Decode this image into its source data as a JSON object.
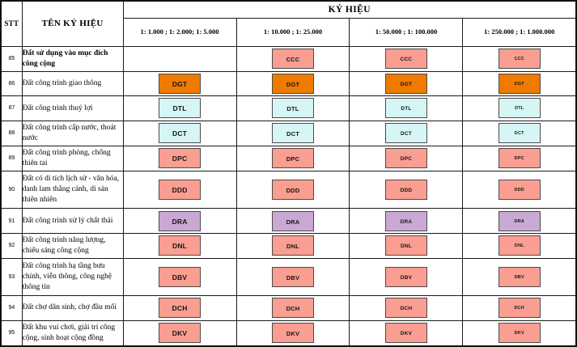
{
  "table": {
    "header": {
      "stt": "STT",
      "name": "TÊN KÝ HIỆU",
      "group": "KÝ HIỆU",
      "scales": [
        "1: 1.000 ; 1: 2.000; 1: 5.000",
        "1: 10.000 ; 1: 25.000",
        "1: 50.000 ; 1: 100.000",
        "1: 250.000 ; 1: 1.000.000"
      ]
    },
    "colors": {
      "salmon": "#FA9E92",
      "orange": "#EE7B00",
      "cyan": "#D6F5F5",
      "purple": "#C9A8D4",
      "swatch_border": "#4A4A4A",
      "grid": "#1A1A1A"
    },
    "rows": [
      {
        "stt": "85",
        "name": "Đất sử dụng vào mục đích công cộng",
        "bold": true,
        "code": "CCC",
        "color": "#FA9E92",
        "cells": [
          "",
          "CCC",
          "CCC",
          "CCC"
        ]
      },
      {
        "stt": "86",
        "name": "Đất công trình giao thông",
        "bold": false,
        "code": "DGT",
        "color": "#EE7B00",
        "cells": [
          "DGT",
          "DGT",
          "DGT",
          "DGT"
        ]
      },
      {
        "stt": "87",
        "name": "Đất công trình thuỷ lợi",
        "bold": false,
        "code": "DTL",
        "color": "#D6F5F5",
        "cells": [
          "DTL",
          "DTL",
          "DTL",
          "DTL"
        ]
      },
      {
        "stt": "88",
        "name": "Đất công trình cấp nước, thoát nước",
        "bold": false,
        "code": "DCT",
        "color": "#D6F5F5",
        "cells": [
          "DCT",
          "DCT",
          "DCT",
          "DCT"
        ]
      },
      {
        "stt": "89",
        "name": "Đất công trình phòng, chống thiên tai",
        "bold": false,
        "code": "DPC",
        "color": "#FA9E92",
        "cells": [
          "DPC",
          "DPC",
          "DPC",
          "DPC"
        ]
      },
      {
        "stt": "90",
        "name": "Đất có di tích lịch sử - văn hóa, danh lam thắng cảnh, di sản thiên nhiên",
        "bold": false,
        "code": "DDD",
        "color": "#FA9E92",
        "cells": [
          "DDD",
          "DDD",
          "DDD",
          "DDD"
        ]
      },
      {
        "stt": "91",
        "name": "Đất công trình xử lý chất thải",
        "bold": false,
        "code": "DRA",
        "color": "#C9A8D4",
        "cells": [
          "DRA",
          "DRA",
          "DRA",
          "DRA"
        ]
      },
      {
        "stt": "92",
        "name": "Đất công trình năng lượng, chiếu sáng công cộng",
        "bold": false,
        "code": "DNL",
        "color": "#FA9E92",
        "cells": [
          "DNL",
          "DNL",
          "DNL",
          "DNL"
        ]
      },
      {
        "stt": "93",
        "name": "Đất công trình hạ tầng bưu chính, viễn thông, công nghệ thông tin",
        "bold": false,
        "code": "DBV",
        "color": "#FA9E92",
        "cells": [
          "DBV",
          "DBV",
          "DBV",
          "DBV"
        ]
      },
      {
        "stt": "94",
        "name": "Đất chợ dân sinh, chợ đầu mối",
        "bold": false,
        "code": "DCH",
        "color": "#FA9E92",
        "cells": [
          "DCH",
          "DCH",
          "DCH",
          "DCH"
        ]
      },
      {
        "stt": "95",
        "name": "Đất khu vui chơi, giải trí công cộng, sinh hoạt cộng đồng",
        "bold": false,
        "code": "DKV",
        "color": "#FA9E92",
        "cells": [
          "DKV",
          "DKV",
          "DKV",
          "DKV"
        ]
      }
    ]
  }
}
